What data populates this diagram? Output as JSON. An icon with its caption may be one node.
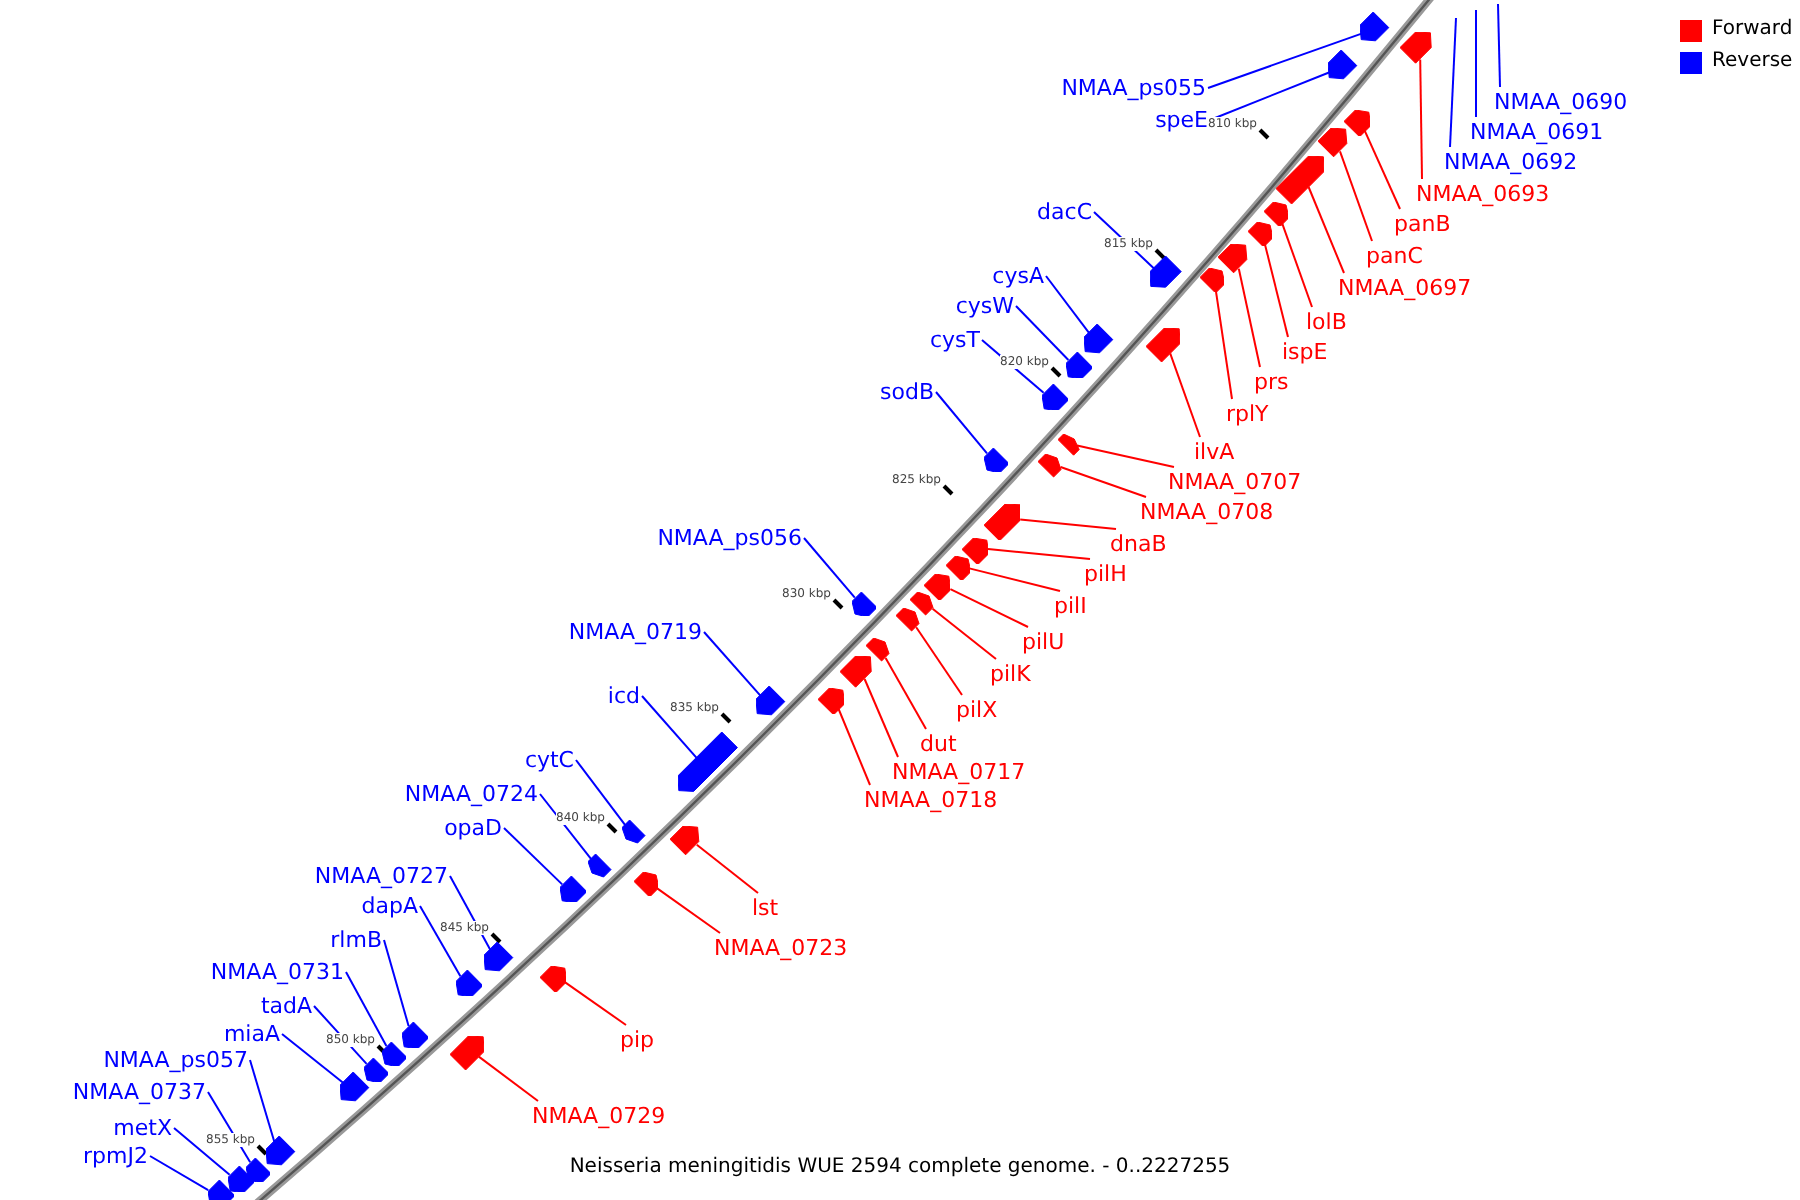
{
  "diagram": {
    "caption": "Neisseria meningitidis WUE 2594 complete genome. - 0..2227255",
    "nodes": [
      {
        "text": [
          "NMAA_ps055"
        ]
      },
      {
        "text": [],
        "shape": "box"
      },
      {
        "text": [
          "speE"
        ]
      },
      {
        "text": [],
        "shape": "box"
      },
      {
        "text": [
          "NMAA_0690"
        ]
      },
      {
        "text": [
          "NMAA_0691"
        ]
      },
      {
        "text": [
          "NMAA_0692"
        ]
      },
      {
        "text": [
          "NMAA_0693"
        ]
      },
      {
        "text": [],
        "shape": "box"
      },
      {
        "text": [
          "panB"
        ]
      },
      {
        "text": [],
        "shape": "box"
      },
      {
        "text": [
          "panC"
        ]
      },
      {
        "text": [],
        "shape": "box"
      },
      {
        "text": [
          "NMAA_0697"
        ]
      },
      {
        "text": [],
        "shape": "box"
      },
      {
        "text": [
          "dacC"
        ]
      },
      {
        "text": [],
        "shape": "box"
      },
      {
        "text": [
          "lolB"
        ]
      },
      {
        "text": [],
        "shape": "box"
      },
      {
        "text": [
          "ispE"
        ]
      },
      {
        "text": [],
        "shape": "box"
      },
      {
        "text": [
          "cysA"
        ]
      },
      {
        "text": [],
        "shape": "box"
      },
      {
        "text": [
          "cysW"
        ]
      },
      {
        "text": [],
        "shape": "box"
      },
      {
        "text": [
          "prs"
        ]
      },
      {
        "text": [],
        "shape": "box"
      },
      {
        "text": [
          "cysT"
        ]
      },
      {
        "text": [],
        "shape": "box"
      },
      {
        "text": [
          "rplY"
        ]
      },
      {
        "text": [],
        "shape": "box"
      },
      {
        "text": [
          "sodB"
        ]
      },
      {
        "text": [],
        "shape": "box"
      },
      {
        "text": [
          "ilvA"
        ]
      },
      {
        "text": [],
        "shape": "box"
      },
      {
        "text": [
          "NMAA_0707"
        ]
      },
      {
        "text": [],
        "shape": "box"
      },
      {
        "text": [
          "NMAA_0708"
        ]
      },
      {
        "text": [],
        "shape": "box"
      },
      {
        "text": [
          "dnaB"
        ]
      },
      {
        "text": [],
        "shape": "box"
      },
      {
        "text": [
          "NMAA_ps056"
        ]
      },
      {
        "text": [],
        "shape": "box"
      },
      {
        "text": [
          "pilH"
        ]
      },
      {
        "text": [],
        "shape": "box"
      },
      {
        "text": [
          "pilI"
        ]
      },
      {
        "text": [],
        "shape": "box"
      },
      {
        "text": [
          "NMAA_0719"
        ]
      },
      {
        "text": [],
        "shape": "box"
      },
      {
        "text": [
          "pilU"
        ]
      },
      {
        "text": [],
        "shape": "box"
      },
      {
        "text": [
          "pilK"
        ]
      },
      {
        "text": [],
        "shape": "box"
      },
      {
        "text": [
          "icd"
        ]
      },
      {
        "text": [],
        "shape": "box"
      },
      {
        "text": [
          "pilX"
        ]
      },
      {
        "text": [],
        "shape": "box"
      },
      {
        "text": [
          "dut"
        ]
      },
      {
        "text": [],
        "shape": "box"
      },
      {
        "text": [
          "cytC"
        ]
      },
      {
        "text": [],
        "shape": "box"
      },
      {
        "text": [
          "NMAA_0717"
        ]
      },
      {
        "text": [],
        "shape": "box"
      },
      {
        "text": [
          "NMAA_0724"
        ]
      },
      {
        "text": [],
        "shape": "box"
      },
      {
        "text": [
          "NMAA_0718"
        ]
      },
      {
        "text": [],
        "shape": "box"
      },
      {
        "text": [
          "opaD"
        ]
      },
      {
        "text": [],
        "shape": "box"
      },
      {
        "text": [
          "NMAA_0727"
        ]
      },
      {
        "text": [],
        "shape": "box"
      },
      {
        "text": [
          "lst"
        ]
      },
      {
        "text": [],
        "shape": "box"
      },
      {
        "text": [
          "dapA"
        ]
      },
      {
        "text": [],
        "shape": "box"
      },
      {
        "text": [
          "NMAA_0723"
        ]
      },
      {
        "text": [],
        "shape": "box"
      },
      {
        "text": [
          "rlmB"
        ]
      },
      {
        "text": [],
        "shape": "box"
      },
      {
        "text": [
          "NMAA_0731"
        ]
      },
      {
        "text": [],
        "shape": "box"
      },
      {
        "text": [
          "tadA"
        ]
      },
      {
        "text": [],
        "shape": "box"
      },
      {
        "text": [
          "miaA"
        ]
      },
      {
        "text": [],
        "shape": "box"
      },
      {
        "text": [
          "pip"
        ]
      },
      {
        "text": [],
        "shape": "box"
      },
      {
        "text": [
          "NMAA_ps057"
        ]
      },
      {
        "text": [],
        "shape": "box"
      },
      {
        "text": [
          "NMAA_0737"
        ]
      },
      {
        "text": [],
        "shape": "box"
      },
      {
        "text": [
          "NMAA_0729"
        ]
      },
      {
        "text": [],
        "shape": "box"
      },
      {
        "text": [
          "metX"
        ]
      },
      {
        "text": [],
        "shape": "box"
      },
      {
        "text": [
          "rpmJ2"
        ]
      },
      {
        "text": [],
        "shape": "box"
      }
    ],
    "edges": [
      {
        "from": 0,
        "to": 1,
        "arrow": "none"
      },
      {
        "from": 2,
        "to": 3,
        "arrow": "none"
      },
      {
        "from": 4,
        "to": null,
        "arrow": "none"
      },
      {
        "from": 5,
        "to": null,
        "arrow": "none"
      },
      {
        "from": 6,
        "to": null,
        "arrow": "none"
      },
      {
        "from": 7,
        "to": 8,
        "arrow": "none",
        "color": "#ff0000"
      },
      {
        "from": 9,
        "to": 10,
        "arrow": "none",
        "color": "#ff0000"
      },
      {
        "from": 11,
        "to": 12,
        "arrow": "none",
        "color": "#ff0000"
      },
      {
        "from": 13,
        "to": 14,
        "arrow": "none",
        "color": "#ff0000"
      },
      {
        "from": 15,
        "to": 16,
        "arrow": "none"
      },
      {
        "from": 17,
        "to": 18,
        "arrow": "none",
        "color": "#ff0000"
      },
      {
        "from": 19,
        "to": 20,
        "arrow": "none",
        "color": "#ff0000"
      },
      {
        "from": 21,
        "to": 22,
        "arrow": "none"
      },
      {
        "from": 23,
        "to": 24,
        "arrow": "none"
      },
      {
        "from": 25,
        "to": 26,
        "arrow": "none",
        "color": "#ff0000"
      },
      {
        "from": 27,
        "to": 28,
        "arrow": "none"
      },
      {
        "from": 29,
        "to": 30,
        "arrow": "none",
        "color": "#ff0000"
      },
      {
        "from": 31,
        "to": 32,
        "arrow": "none"
      },
      {
        "from": 33,
        "to": 34,
        "arrow": "none",
        "color": "#ff0000"
      },
      {
        "from": 35,
        "to": 36,
        "arrow": "none",
        "color": "#ff0000"
      },
      {
        "from": 37,
        "to": 38,
        "arrow": "none",
        "color": "#ff0000"
      },
      {
        "from": 39,
        "to": 40,
        "arrow": "none",
        "color": "#ff0000"
      },
      {
        "from": 41,
        "to": 42,
        "arrow": "none"
      },
      {
        "from": 43,
        "to": 44,
        "arrow": "none",
        "color": "#ff0000"
      },
      {
        "from": 45,
        "to": 46,
        "arrow": "none",
        "color": "#ff0000"
      },
      {
        "from": 47,
        "to": 48,
        "arrow": "none"
      },
      {
        "from": 49,
        "to": 50,
        "arrow": "none",
        "color": "#ff0000"
      },
      {
        "from": 51,
        "to": 52,
        "arrow": "none",
        "color": "#ff0000"
      },
      {
        "from": 53,
        "to": 54,
        "arrow": "none"
      },
      {
        "from": 55,
        "to": 56,
        "arrow": "none",
        "color": "#ff0000"
      },
      {
        "from": 57,
        "to": 58,
        "arrow": "none",
        "color": "#ff0000"
      },
      {
        "from": 59,
        "to": 60,
        "arrow": "none"
      },
      {
        "from": 61,
        "to": 62,
        "arrow": "none",
        "color": "#ff0000"
      },
      {
        "from": 63,
        "to": 64,
        "arrow": "none"
      },
      {
        "from": 65,
        "to": 66,
        "arrow": "none",
        "color": "#ff0000"
      },
      {
        "from": 67,
        "to": 68,
        "arrow": "none"
      },
      {
        "from": 69,
        "to": 70,
        "arrow": "none"
      },
      {
        "from": 71,
        "to": 72,
        "arrow": "none",
        "color": "#ff0000"
      },
      {
        "from": 73,
        "to": 74,
        "arrow": "none"
      },
      {
        "from": 75,
        "to": 76,
        "arrow": "none",
        "color": "#ff0000"
      },
      {
        "from": 77,
        "to": 78,
        "arrow": "none"
      },
      {
        "from": 79,
        "to": 80,
        "arrow": "none"
      },
      {
        "from": 81,
        "to": 82,
        "arrow": "none"
      },
      {
        "from": 83,
        "to": 84,
        "arrow": "none"
      },
      {
        "from": 85,
        "to": 86,
        "arrow": "none",
        "color": "#ff0000"
      },
      {
        "from": 87,
        "to": 88,
        "arrow": "none"
      },
      {
        "from": 89,
        "to": 90,
        "arrow": "none"
      },
      {
        "from": 91,
        "to": 92,
        "arrow": "none",
        "color": "#ff0000"
      },
      {
        "from": 93,
        "to": 94,
        "arrow": "none"
      },
      {
        "from": 95,
        "to": 96,
        "arrow": "none"
      }
    ],
    "labels": [
      "810 kbp",
      "815 kbp",
      "820 kbp",
      "825 kbp",
      "830 kbp",
      "835 kbp",
      "840 kbp",
      "845 kbp",
      "850 kbp",
      "855 kbp"
    ],
    "legend": [
      {
        "text": "Forward",
        "color": "#ff0000"
      },
      {
        "text": "Reverse",
        "color": "#0000ff"
      }
    ]
  }
}
